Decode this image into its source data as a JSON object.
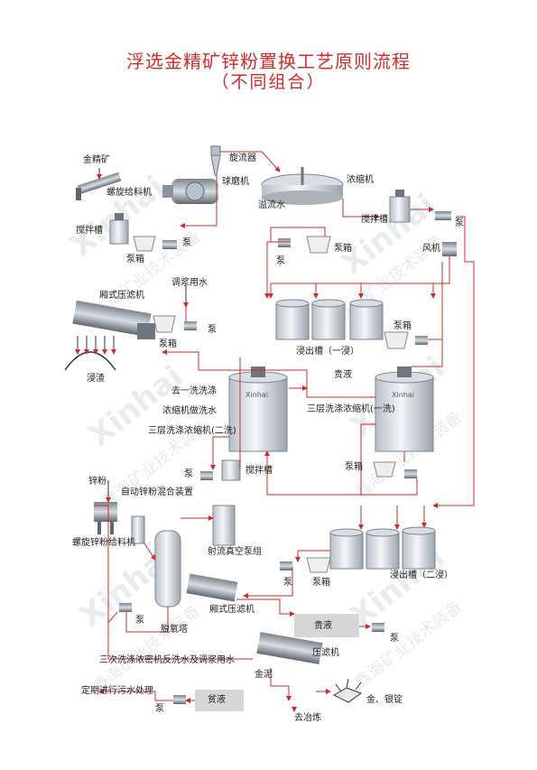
{
  "title": {
    "line1": "浮选金精矿锌粉置换工艺原则流程",
    "line2": "（不同组合）"
  },
  "watermark": {
    "brand": "Xinhai",
    "chinese": "鑫海矿业技术装备"
  },
  "labels": {
    "gold_concentrate": "金精矿",
    "screw_feeder": "螺旋给料机",
    "ball_mill": "球磨机",
    "cyclone": "旋流器",
    "thickener": "浓缩机",
    "overflow_water": "溢流水",
    "agitation_tank_top": "搅拌槽",
    "pump_top_right": "泵",
    "fan": "风机",
    "agitator_left": "搅拌槽",
    "pump_left": "泵",
    "pump_box_left": "泵箱",
    "pump_box_mid": "泵箱",
    "pump_mid": "泵",
    "plate_filter_top": "厢式压滤机",
    "slurry_water": "调浆用水",
    "pump_box_filter": "泵箱",
    "pump_filter": "泵",
    "leach_residue": "浸渣",
    "leach_tank_1": "浸出槽（一浸）",
    "pump_box_leach1": "泵箱",
    "pregnant_top": "贵液",
    "wash1": "去一洗洗涤",
    "wash_water": "浓缩机做洗水",
    "three_layer_left": "三层洗涤浓缩机(二洗)",
    "three_layer_right": "三层洗涤浓缩机(一洗)",
    "pump_box_right": "泵箱",
    "pump_wash2": "泵",
    "agitator_wash2": "搅拌槽",
    "zinc_powder": "锌粉",
    "auto_mixer": "自动锌粉混合装置",
    "screw_zinc_feeder": "螺旋锌粉给料机",
    "jet_vacuum": "射流真空泵组",
    "pump_zinc": "泵",
    "pump_box_leach2": "泵箱",
    "leach_tank_2": "浸出槽（二浸）",
    "deox_pump": "泵",
    "deox_tower": "脱氧塔",
    "plate_filter_bottom": "厢式压滤机",
    "pregnant_box": "贵液",
    "pump_pregnant": "泵",
    "filter_press": "压滤机",
    "backwash": "三次洗涤浓密机反洗水及调浆用水",
    "gold_mud": "金泥",
    "sewage": "定期进行污水处理",
    "pump_barren": "泵",
    "barren_box": "贫液",
    "to_smelting": "去冶炼",
    "gold_silver": "金、银锭",
    "logo_text": "Xinhai"
  },
  "colors": {
    "title": "#d42a2a",
    "pipe": "#d22a2a",
    "equipment": "#9aa3ad",
    "box": "#d6d6d6"
  }
}
